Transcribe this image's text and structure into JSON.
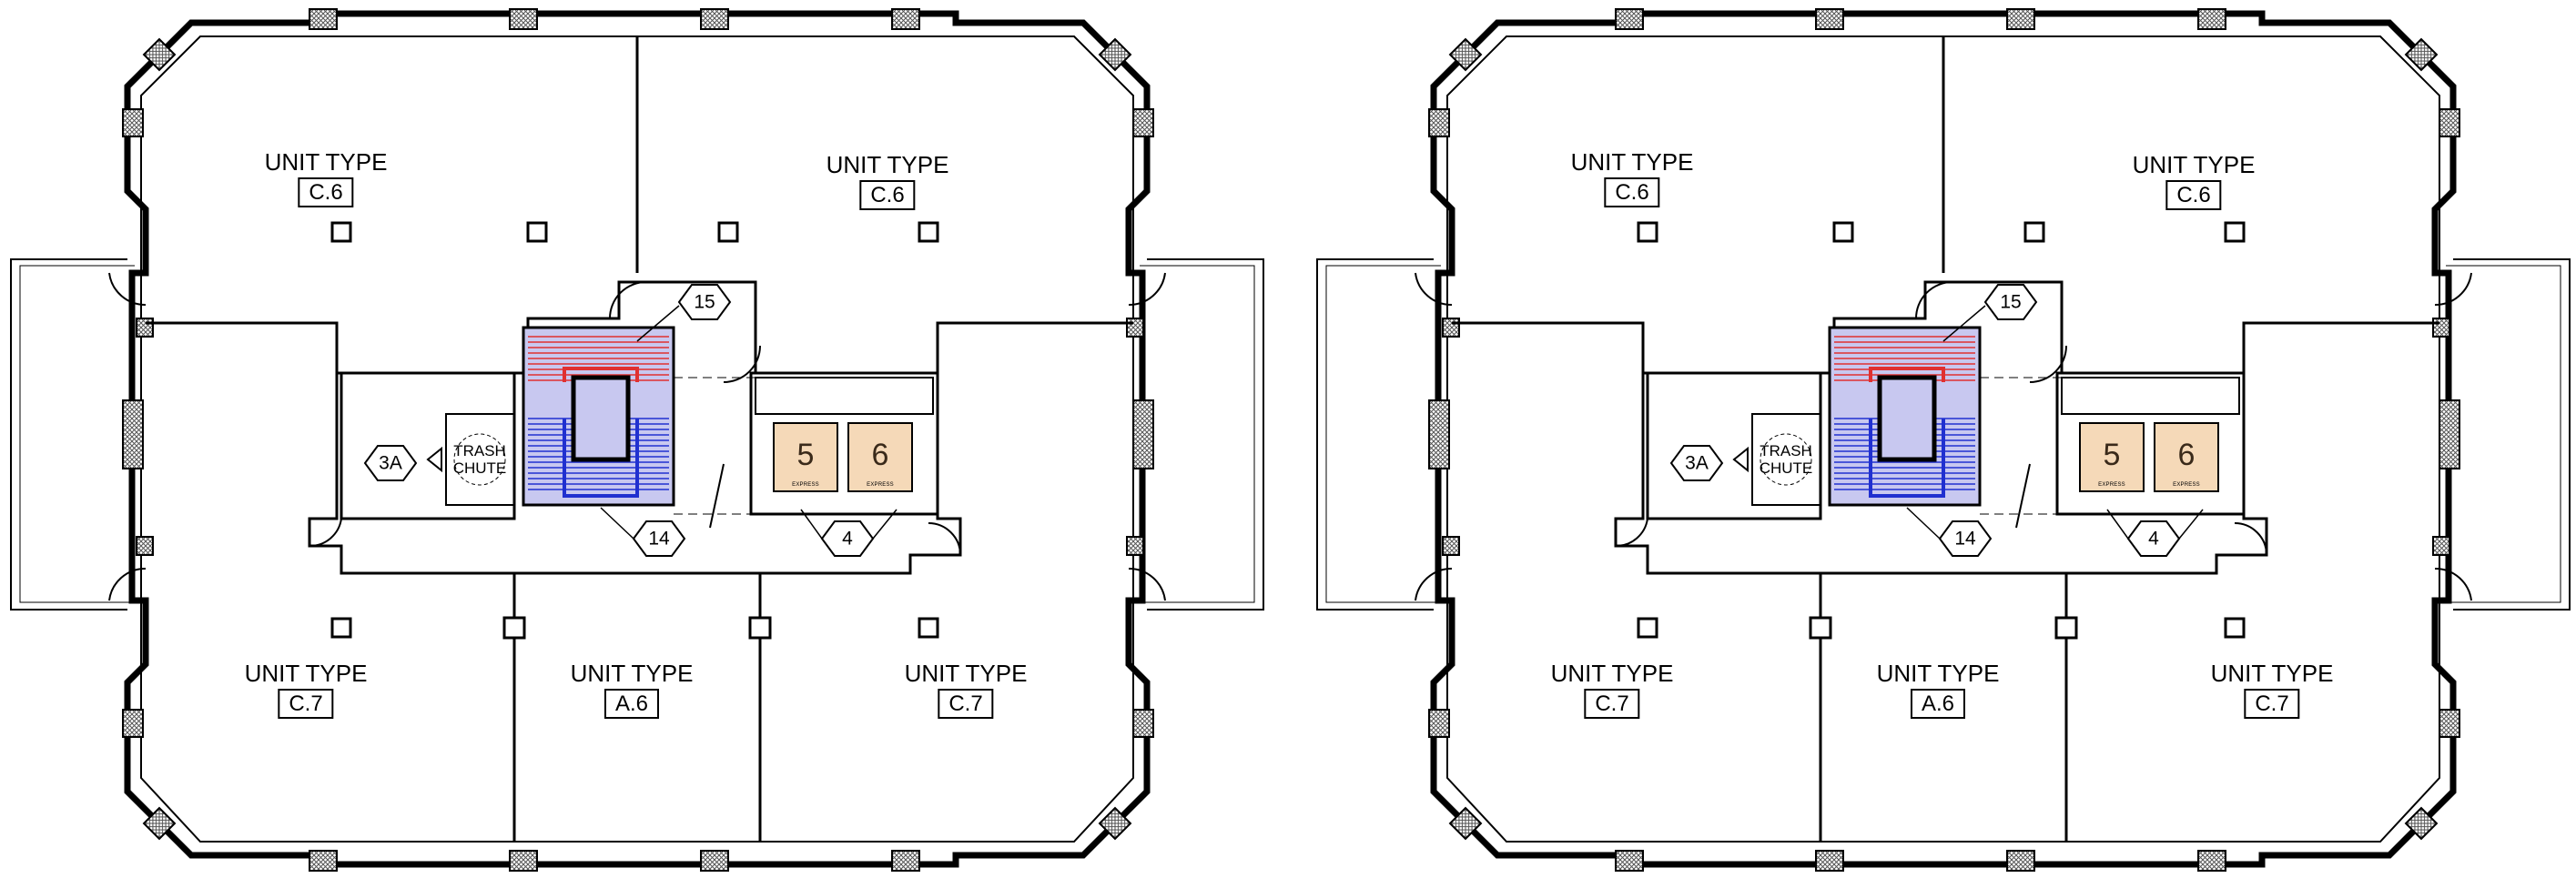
{
  "plans": [
    {
      "units": [
        {
          "title": "UNIT TYPE",
          "code": "C.6"
        },
        {
          "title": "UNIT TYPE",
          "code": "C.6"
        },
        {
          "title": "UNIT TYPE",
          "code": "C.7"
        },
        {
          "title": "UNIT TYPE",
          "code": "A.6"
        },
        {
          "title": "UNIT TYPE",
          "code": "C.7"
        }
      ],
      "tags": [
        "15",
        "14",
        "4",
        "3A"
      ],
      "elevators": [
        {
          "number": "5",
          "label": "EXPRESS"
        },
        {
          "number": "6",
          "label": "EXPRESS"
        }
      ],
      "trash_chute": {
        "line1": "TRASH",
        "line2": "CHUTE"
      }
    },
    {
      "units": [
        {
          "title": "UNIT TYPE",
          "code": "C.6"
        },
        {
          "title": "UNIT TYPE",
          "code": "C.6"
        },
        {
          "title": "UNIT TYPE",
          "code": "C.7"
        },
        {
          "title": "UNIT TYPE",
          "code": "A.6"
        },
        {
          "title": "UNIT TYPE",
          "code": "C.7"
        }
      ],
      "tags": [
        "15",
        "14",
        "4",
        "3A"
      ],
      "elevators": [
        {
          "number": "5",
          "label": "EXPRESS"
        },
        {
          "number": "6",
          "label": "EXPRESS"
        }
      ],
      "trash_chute": {
        "line1": "TRASH",
        "line2": "CHUTE"
      }
    }
  ],
  "colors": {
    "wall": "#000000",
    "stair_up": "#e03030",
    "stair_down": "#2030d0",
    "stair_fill": "#c8c8f0",
    "elevator_fill": "#f5d9b8",
    "hatch": "#555555"
  }
}
